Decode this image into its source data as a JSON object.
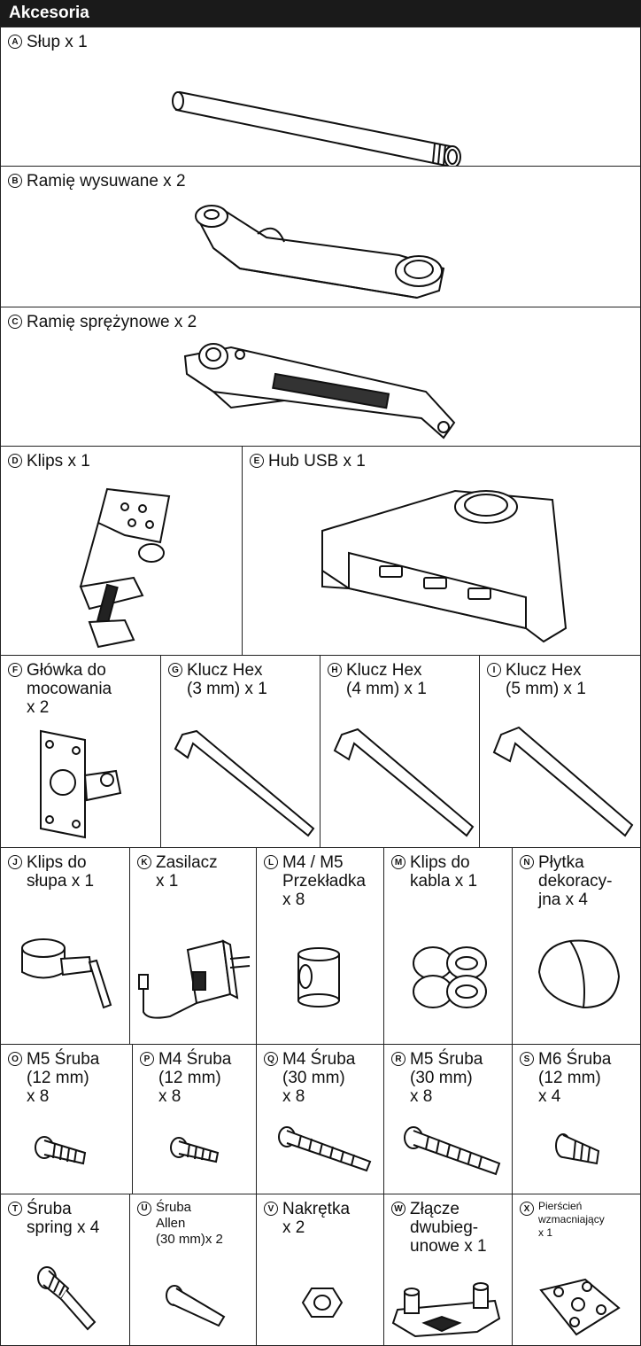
{
  "header": {
    "title": "Akcesoria"
  },
  "items": {
    "A": {
      "letter": "A",
      "label": "Słup x 1"
    },
    "B": {
      "letter": "B",
      "label": "Ramię wysuwane x 2"
    },
    "C": {
      "letter": "C",
      "label": "Ramię sprężynowe x 2"
    },
    "D": {
      "letter": "D",
      "label": "Klips x 1"
    },
    "E": {
      "letter": "E",
      "label": "Hub USB x 1"
    },
    "F": {
      "letter": "F",
      "label": "Główka do\nmocowania\nx 2"
    },
    "G": {
      "letter": "G",
      "label": "Klucz Hex\n  (3 mm) x 1"
    },
    "H": {
      "letter": "H",
      "label": "Klucz Hex\n  (4 mm) x 1"
    },
    "I": {
      "letter": "I",
      "label": "Klucz Hex\n  (5 mm) x 1"
    },
    "J": {
      "letter": "J",
      "label": "Klips do\nsłupa x 1"
    },
    "K": {
      "letter": "K",
      "label": "Zasilacz\nx 1"
    },
    "L": {
      "letter": "L",
      "label": "M4 / M5\nPrzekładka\nx 8"
    },
    "M": {
      "letter": "M",
      "label": "Klips do\nkabla x 1"
    },
    "N": {
      "letter": "N",
      "label": "Płytka\ndekoracy-\njna x 4"
    },
    "O": {
      "letter": "O",
      "label": "M5 Śruba\n(12 mm)\nx 8"
    },
    "P": {
      "letter": "P",
      "label": "M4 Śruba\n(12 mm)\nx 8"
    },
    "Q": {
      "letter": "Q",
      "label": "M4 Śruba\n(30 mm)\nx 8"
    },
    "R": {
      "letter": "R",
      "label": "M5 Śruba\n(30 mm)\nx 8"
    },
    "S": {
      "letter": "S",
      "label": "M6 Śruba\n(12 mm)\nx 4"
    },
    "T": {
      "letter": "T",
      "label": "Śruba\nspring x 4"
    },
    "U": {
      "letter": "U",
      "label": "Śruba\nAllen\n(30 mm)x 2"
    },
    "V": {
      "letter": "V",
      "label": "Nakrętka\nx 2"
    },
    "W": {
      "letter": "W",
      "label": "Złącze\ndwubieg-\nunowe x 1"
    },
    "X": {
      "letter": "X",
      "label": "Pierścień\nwzmacniający\nx 1"
    }
  }
}
